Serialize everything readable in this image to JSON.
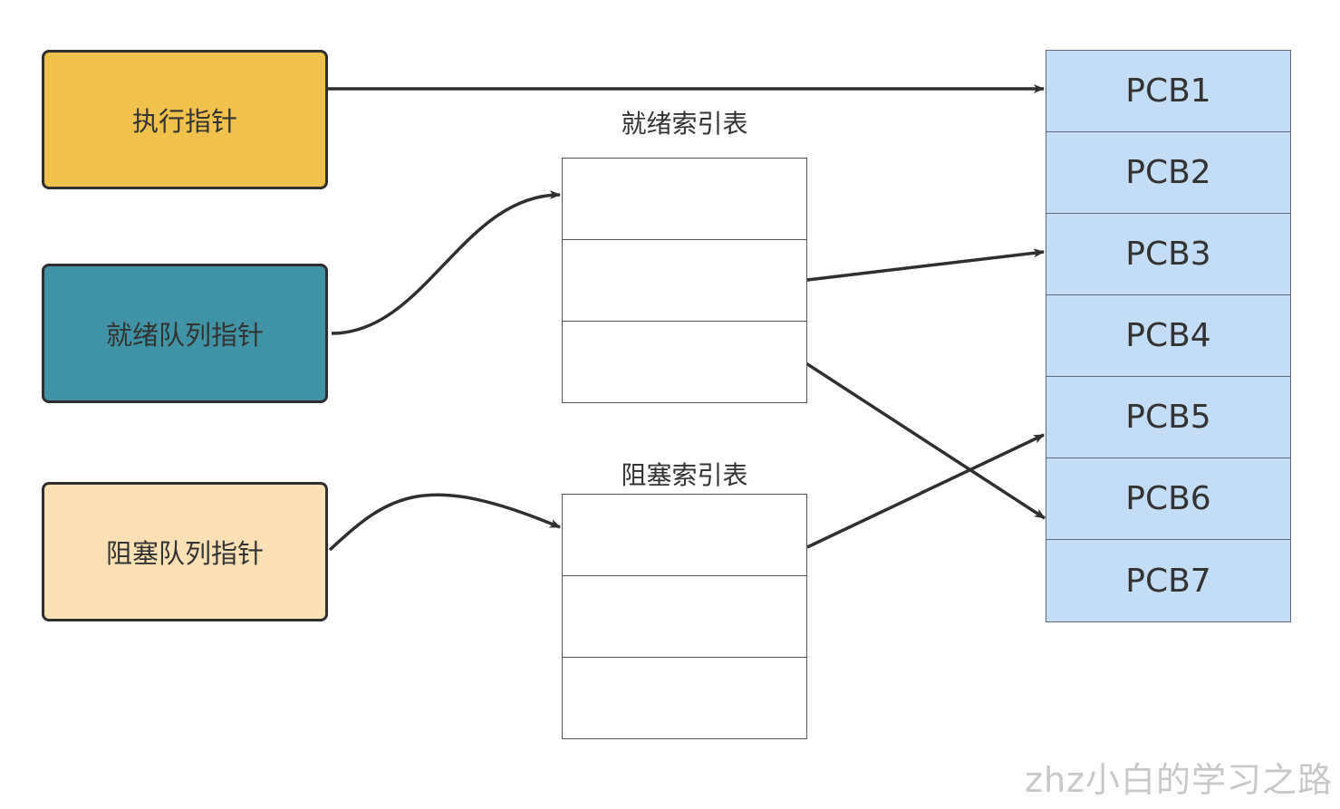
{
  "pointers": {
    "exec": "执行指针",
    "ready": "就绪队列指针",
    "blocked": "阻塞队列指针"
  },
  "tables": {
    "ready_title": "就绪索引表",
    "blocked_title": "阻塞索引表"
  },
  "pcbs": [
    "PCB1",
    "PCB2",
    "PCB3",
    "PCB4",
    "PCB5",
    "PCB6",
    "PCB7"
  ],
  "colors": {
    "exec_fill": "#f0c24c",
    "ready_fill": "#4093a5",
    "blocked_fill": "#fbe0b6",
    "pcb_fill": "#c3ddf6",
    "arrow": "#2f2f2f"
  },
  "watermark": "zhz小白的学习之路"
}
